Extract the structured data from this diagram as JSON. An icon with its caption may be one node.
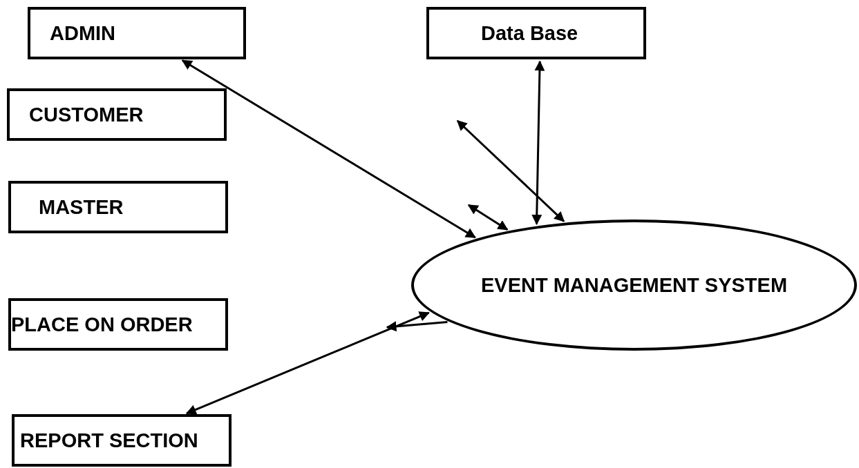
{
  "diagram": {
    "nodes": [
      {
        "text": [
          "ADMIN"
        ]
      },
      {
        "text": [
          "Data Base"
        ]
      },
      {
        "text": [
          "CUSTOMER"
        ]
      },
      {
        "text": [
          "MASTER"
        ]
      },
      {
        "text": [
          "PLACE ON ORDER"
        ]
      },
      {
        "text": [
          "REPORT SECTION"
        ]
      },
      {
        "text": [
          "EVENT MANAGEMENT SYSTEM"
        ]
      }
    ],
    "edges": [
      {
        "from": 0,
        "to": 6,
        "arrow": "both"
      },
      {
        "from": 1,
        "to": 6,
        "arrow": "both"
      },
      {
        "from": null,
        "to": 6,
        "arrow": "both"
      },
      {
        "from": null,
        "to": 6,
        "arrow": "both"
      },
      {
        "from": 6,
        "to": null,
        "arrow": "to"
      },
      {
        "from": 5,
        "to": 6,
        "arrow": "both"
      }
    ]
  }
}
